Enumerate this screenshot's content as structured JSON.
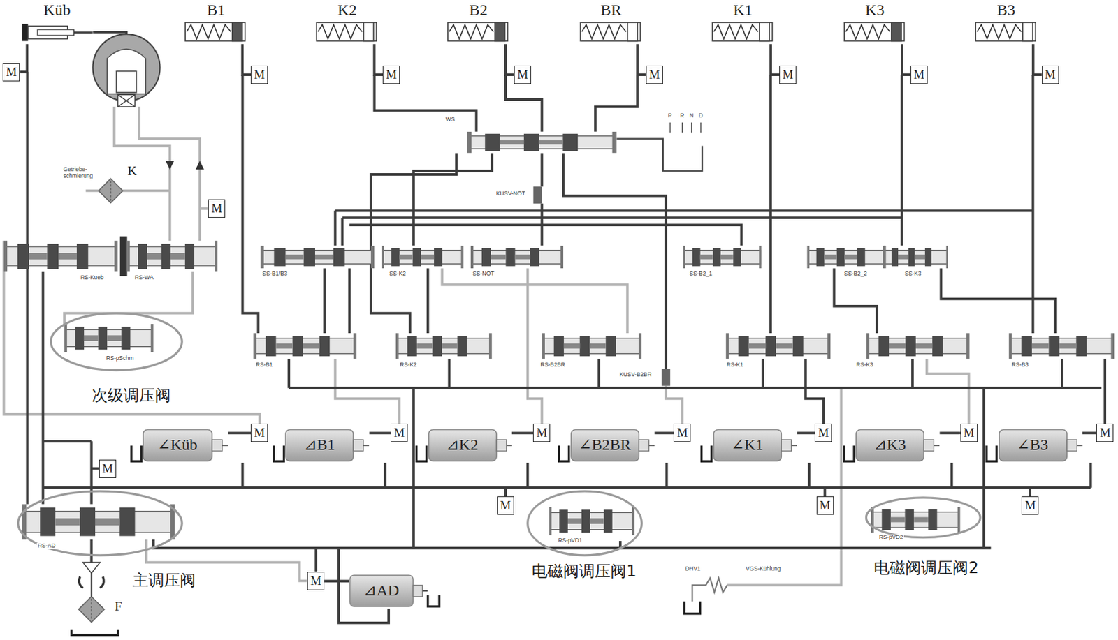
{
  "diagram": {
    "nodes": [
      {
        "text": [
          "Küb"
        ]
      },
      {
        "text": [
          "B1"
        ]
      },
      {
        "text": [
          "K2"
        ]
      },
      {
        "text": [
          "B2"
        ]
      },
      {
        "text": [
          "BR"
        ]
      },
      {
        "text": [
          "K1"
        ]
      },
      {
        "text": [
          "K3"
        ]
      },
      {
        "text": [
          "B3"
        ]
      },
      {
        "text": [
          "M"
        ]
      },
      {
        "text": [
          "M"
        ]
      },
      {
        "text": [
          "M"
        ]
      },
      {
        "text": [
          "M"
        ]
      },
      {
        "text": [
          "M"
        ]
      },
      {
        "text": [
          "M"
        ]
      },
      {
        "text": [
          "M"
        ]
      },
      {
        "text": [
          "M"
        ]
      },
      {
        "text": [
          "M"
        ]
      },
      {
        "text": [
          "∠Küb"
        ]
      },
      {
        "text": [
          "M"
        ]
      },
      {
        "text": [
          "⊿B1"
        ]
      },
      {
        "text": [
          "M"
        ]
      },
      {
        "text": [
          "⊿K2"
        ]
      },
      {
        "text": [
          "M"
        ]
      },
      {
        "text": [
          "∠B2BR"
        ]
      },
      {
        "text": [
          "M"
        ]
      },
      {
        "text": [
          "∠K1"
        ]
      },
      {
        "text": [
          "M"
        ]
      },
      {
        "text": [
          "⊿K3"
        ]
      },
      {
        "text": [
          "M"
        ]
      },
      {
        "text": [
          "∠B3"
        ]
      },
      {
        "text": [
          "M"
        ]
      },
      {
        "text": [
          "M"
        ]
      },
      {
        "text": [
          "M"
        ]
      },
      {
        "text": [
          "M"
        ]
      },
      {
        "text": [
          "M"
        ]
      },
      {
        "text": [
          "M"
        ]
      },
      {
        "text": [
          "⊿AD"
        ]
      }
    ],
    "edges": [
      {
        "from": 0,
        "to": 8,
        "arrow": "none"
      },
      {
        "from": 1,
        "to": 9,
        "arrow": "none"
      },
      {
        "from": 2,
        "to": 10,
        "arrow": "none"
      },
      {
        "from": 3,
        "to": 11,
        "arrow": "none"
      },
      {
        "from": 4,
        "to": 12,
        "arrow": "none"
      },
      {
        "from": 5,
        "to": 13,
        "arrow": "none"
      },
      {
        "from": 6,
        "to": 14,
        "arrow": "none"
      },
      {
        "from": 7,
        "to": 15,
        "arrow": "none"
      },
      {
        "from": 17,
        "to": 18,
        "arrow": "none"
      },
      {
        "from": 19,
        "to": 20,
        "arrow": "none"
      },
      {
        "from": 21,
        "to": 22,
        "arrow": "none"
      },
      {
        "from": 23,
        "to": 24,
        "arrow": "none"
      },
      {
        "from": 25,
        "to": 26,
        "arrow": "none"
      },
      {
        "from": 27,
        "to": 28,
        "arrow": "none"
      },
      {
        "from": 29,
        "to": 30,
        "arrow": "none"
      },
      {
        "from": 36,
        "to": 35,
        "arrow": "none"
      }
    ],
    "labels": [
      "Getriebe- schmierung",
      "K",
      "WS",
      "P",
      "R",
      "N",
      "D",
      "KUSV-NOT",
      "RS-Kueb",
      "RS-WA",
      "SS-B1/B3",
      "SS-K2",
      "SS-NOT",
      "SS-B2_1",
      "SS-B2_2",
      "SS-K3",
      "RS-pSchm",
      "RS-B1",
      "RS-K2",
      "RS-B2BR",
      "RS-K1",
      "RS-K3",
      "RS-B3",
      "KUSV-B2BR",
      "次级调压阀",
      "RS-AD",
      "RS-pVD1",
      "RS-pVD2",
      "电磁阀调压阀1",
      "电磁阀调压阀2",
      "主调压阀",
      "DHV1",
      "VGS-Kühlung",
      "F"
    ]
  }
}
